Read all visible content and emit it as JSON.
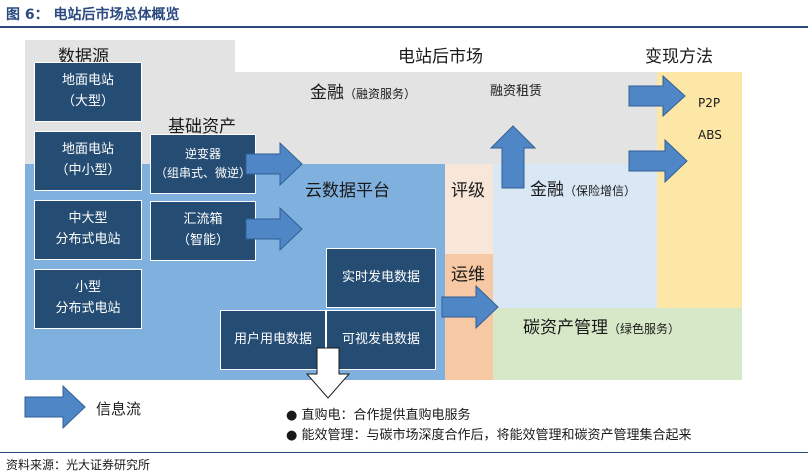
{
  "figure": {
    "title": "图 6：  电站后市场总体概览",
    "source": "资料来源：光大证券研究所"
  },
  "headers": {
    "data_source": "数据源",
    "post_market": "电站后市场",
    "exit_methods": "变现方法",
    "basic_assets": "基础资产"
  },
  "data_sources": [
    {
      "label": "地面电站\n（大型）"
    },
    {
      "label": "地面电站\n（中小型）"
    },
    {
      "label": "中大型\n分布式电站"
    },
    {
      "label": "小型\n分布式电站"
    }
  ],
  "assets": [
    {
      "label": "逆变器\n（组串式、微逆）"
    },
    {
      "label": "汇流箱\n（智能）"
    }
  ],
  "data_boxes": {
    "realtime": "实时发电数据",
    "user": "用户用电数据",
    "visual": "可视发电数据"
  },
  "finance_top": {
    "label": "金融",
    "sub": "（融资服务）",
    "leasing": "融资租赁"
  },
  "cloud_platform": "云数据平台",
  "rating": "评级",
  "finance_insurance": {
    "label": "金融",
    "sub": "（保险增信）"
  },
  "operations": "运维",
  "carbon": {
    "label": "碳资产管理",
    "sub": "（绿色服务）"
  },
  "exits": [
    "P2P",
    "ABS"
  ],
  "legend": {
    "info_flow": "信息流"
  },
  "bullets": [
    "直购电：合作提供直购电服务",
    "能效管理：与碳市场深度合作后，将能效管理和碳资产管理集合起来"
  ],
  "colors": {
    "dark_box": "#254c73",
    "light_blue": "#7fb0de",
    "pale_blue": "#dae8f6",
    "gray": "#e3e3e3",
    "yellow": "#fde7a7",
    "green": "#d7e8c8",
    "peach": "#f6c9a4",
    "arrow": "#4f86c6",
    "title_blue": "#2b4b80"
  }
}
